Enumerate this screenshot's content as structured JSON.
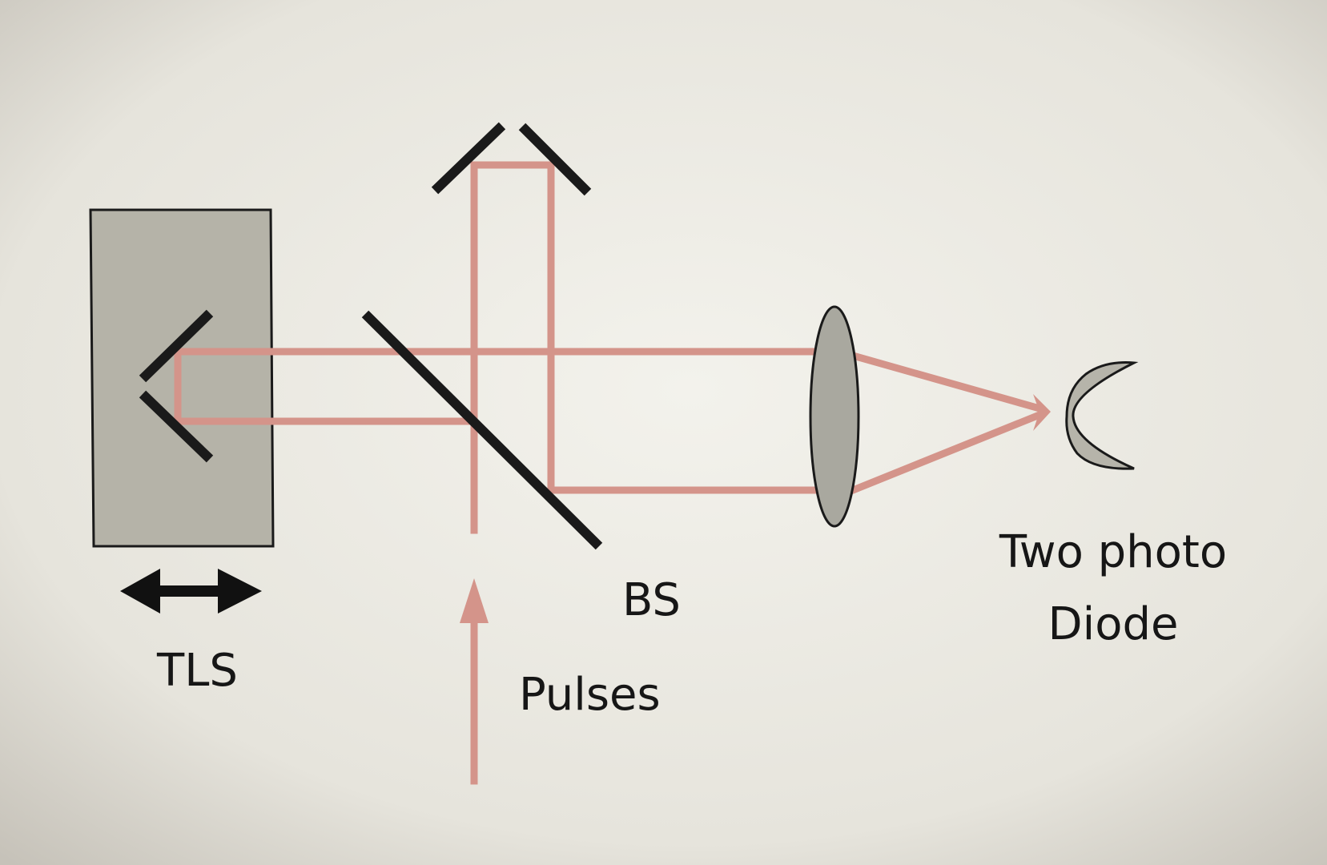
{
  "labels": {
    "tls": "TLS",
    "bs": "BS",
    "pulses": "Pulses",
    "detector_line1": "Two photo",
    "detector_line2": "Diode"
  },
  "colors": {
    "beam": "#d4948a",
    "mirror": "#1a1a1a",
    "stage_fill": "#b5b3a8",
    "lens_fill": "#a9a89f",
    "diode_fill": "#b6b4aa",
    "background_center": "#f3f2ec",
    "background_edge": "#c6c2b9"
  }
}
